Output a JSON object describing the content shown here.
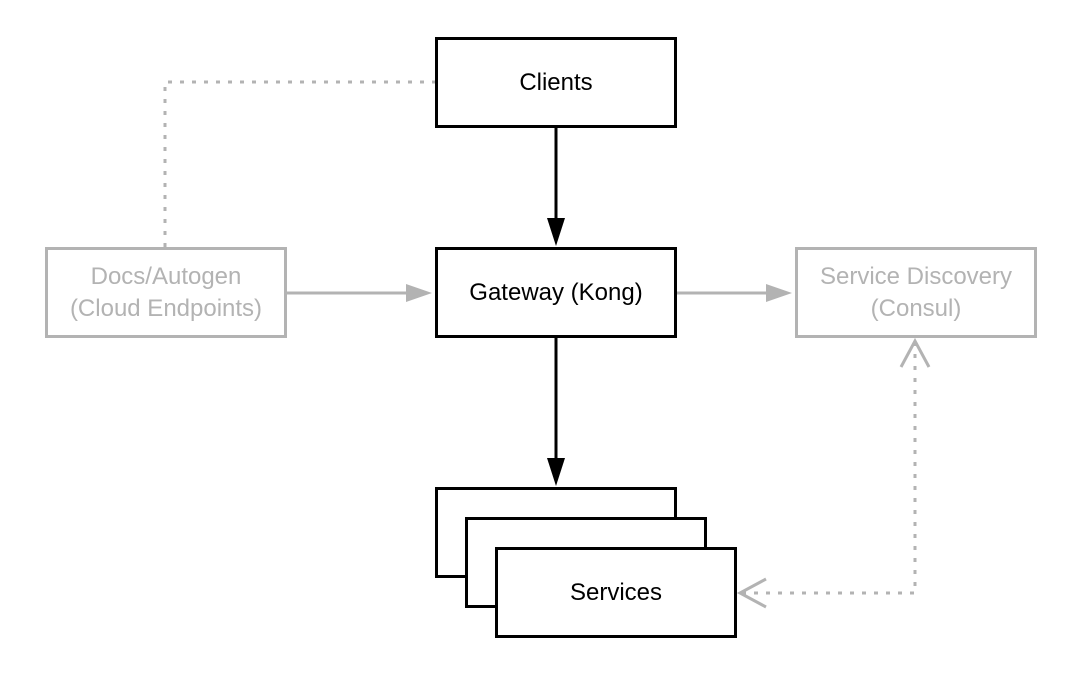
{
  "diagram": {
    "nodes": {
      "clients": {
        "label": "Clients"
      },
      "gateway": {
        "label": "Gateway (Kong)"
      },
      "docs": {
        "line1": "Docs/Autogen",
        "line2": "(Cloud Endpoints)"
      },
      "discovery": {
        "line1": "Service Discovery",
        "line2": "(Consul)"
      },
      "services": {
        "label": "Services"
      }
    },
    "colors": {
      "primary": "#000000",
      "secondary": "#b3b3b3"
    }
  }
}
